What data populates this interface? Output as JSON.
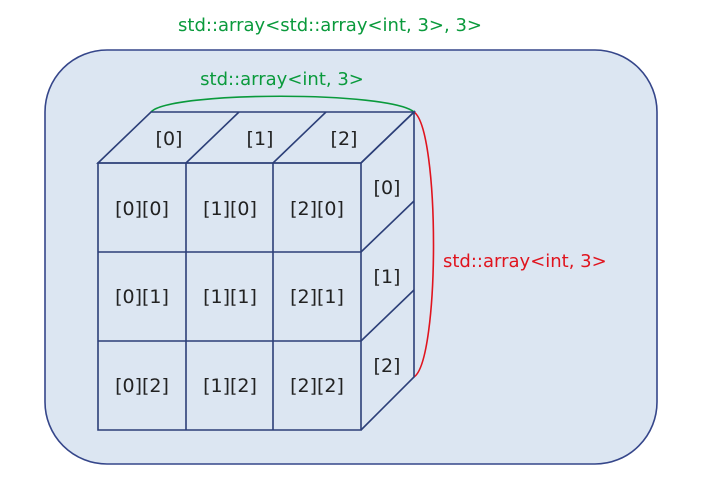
{
  "diagram": {
    "outer_label": "std::array<std::array<int, 3>, 3>",
    "top_brace_label": "std::array<int, 3>",
    "side_brace_label": "std::array<int, 3>",
    "top_labels": [
      "[0]",
      "[1]",
      "[2]"
    ],
    "side_labels": [
      "[0]",
      "[1]",
      "[2]"
    ],
    "cells": [
      [
        "[0][0]",
        "[1][0]",
        "[2][0]"
      ],
      [
        "[0][1]",
        "[1][1]",
        "[2][1]"
      ],
      [
        "[0][2]",
        "[1][2]",
        "[2][2]"
      ]
    ]
  },
  "colors": {
    "container_fill": "#dce6f2",
    "container_stroke": "#35468a",
    "green": "#0a9a3c",
    "red": "#e0141e",
    "edge": "#2c3f78"
  }
}
